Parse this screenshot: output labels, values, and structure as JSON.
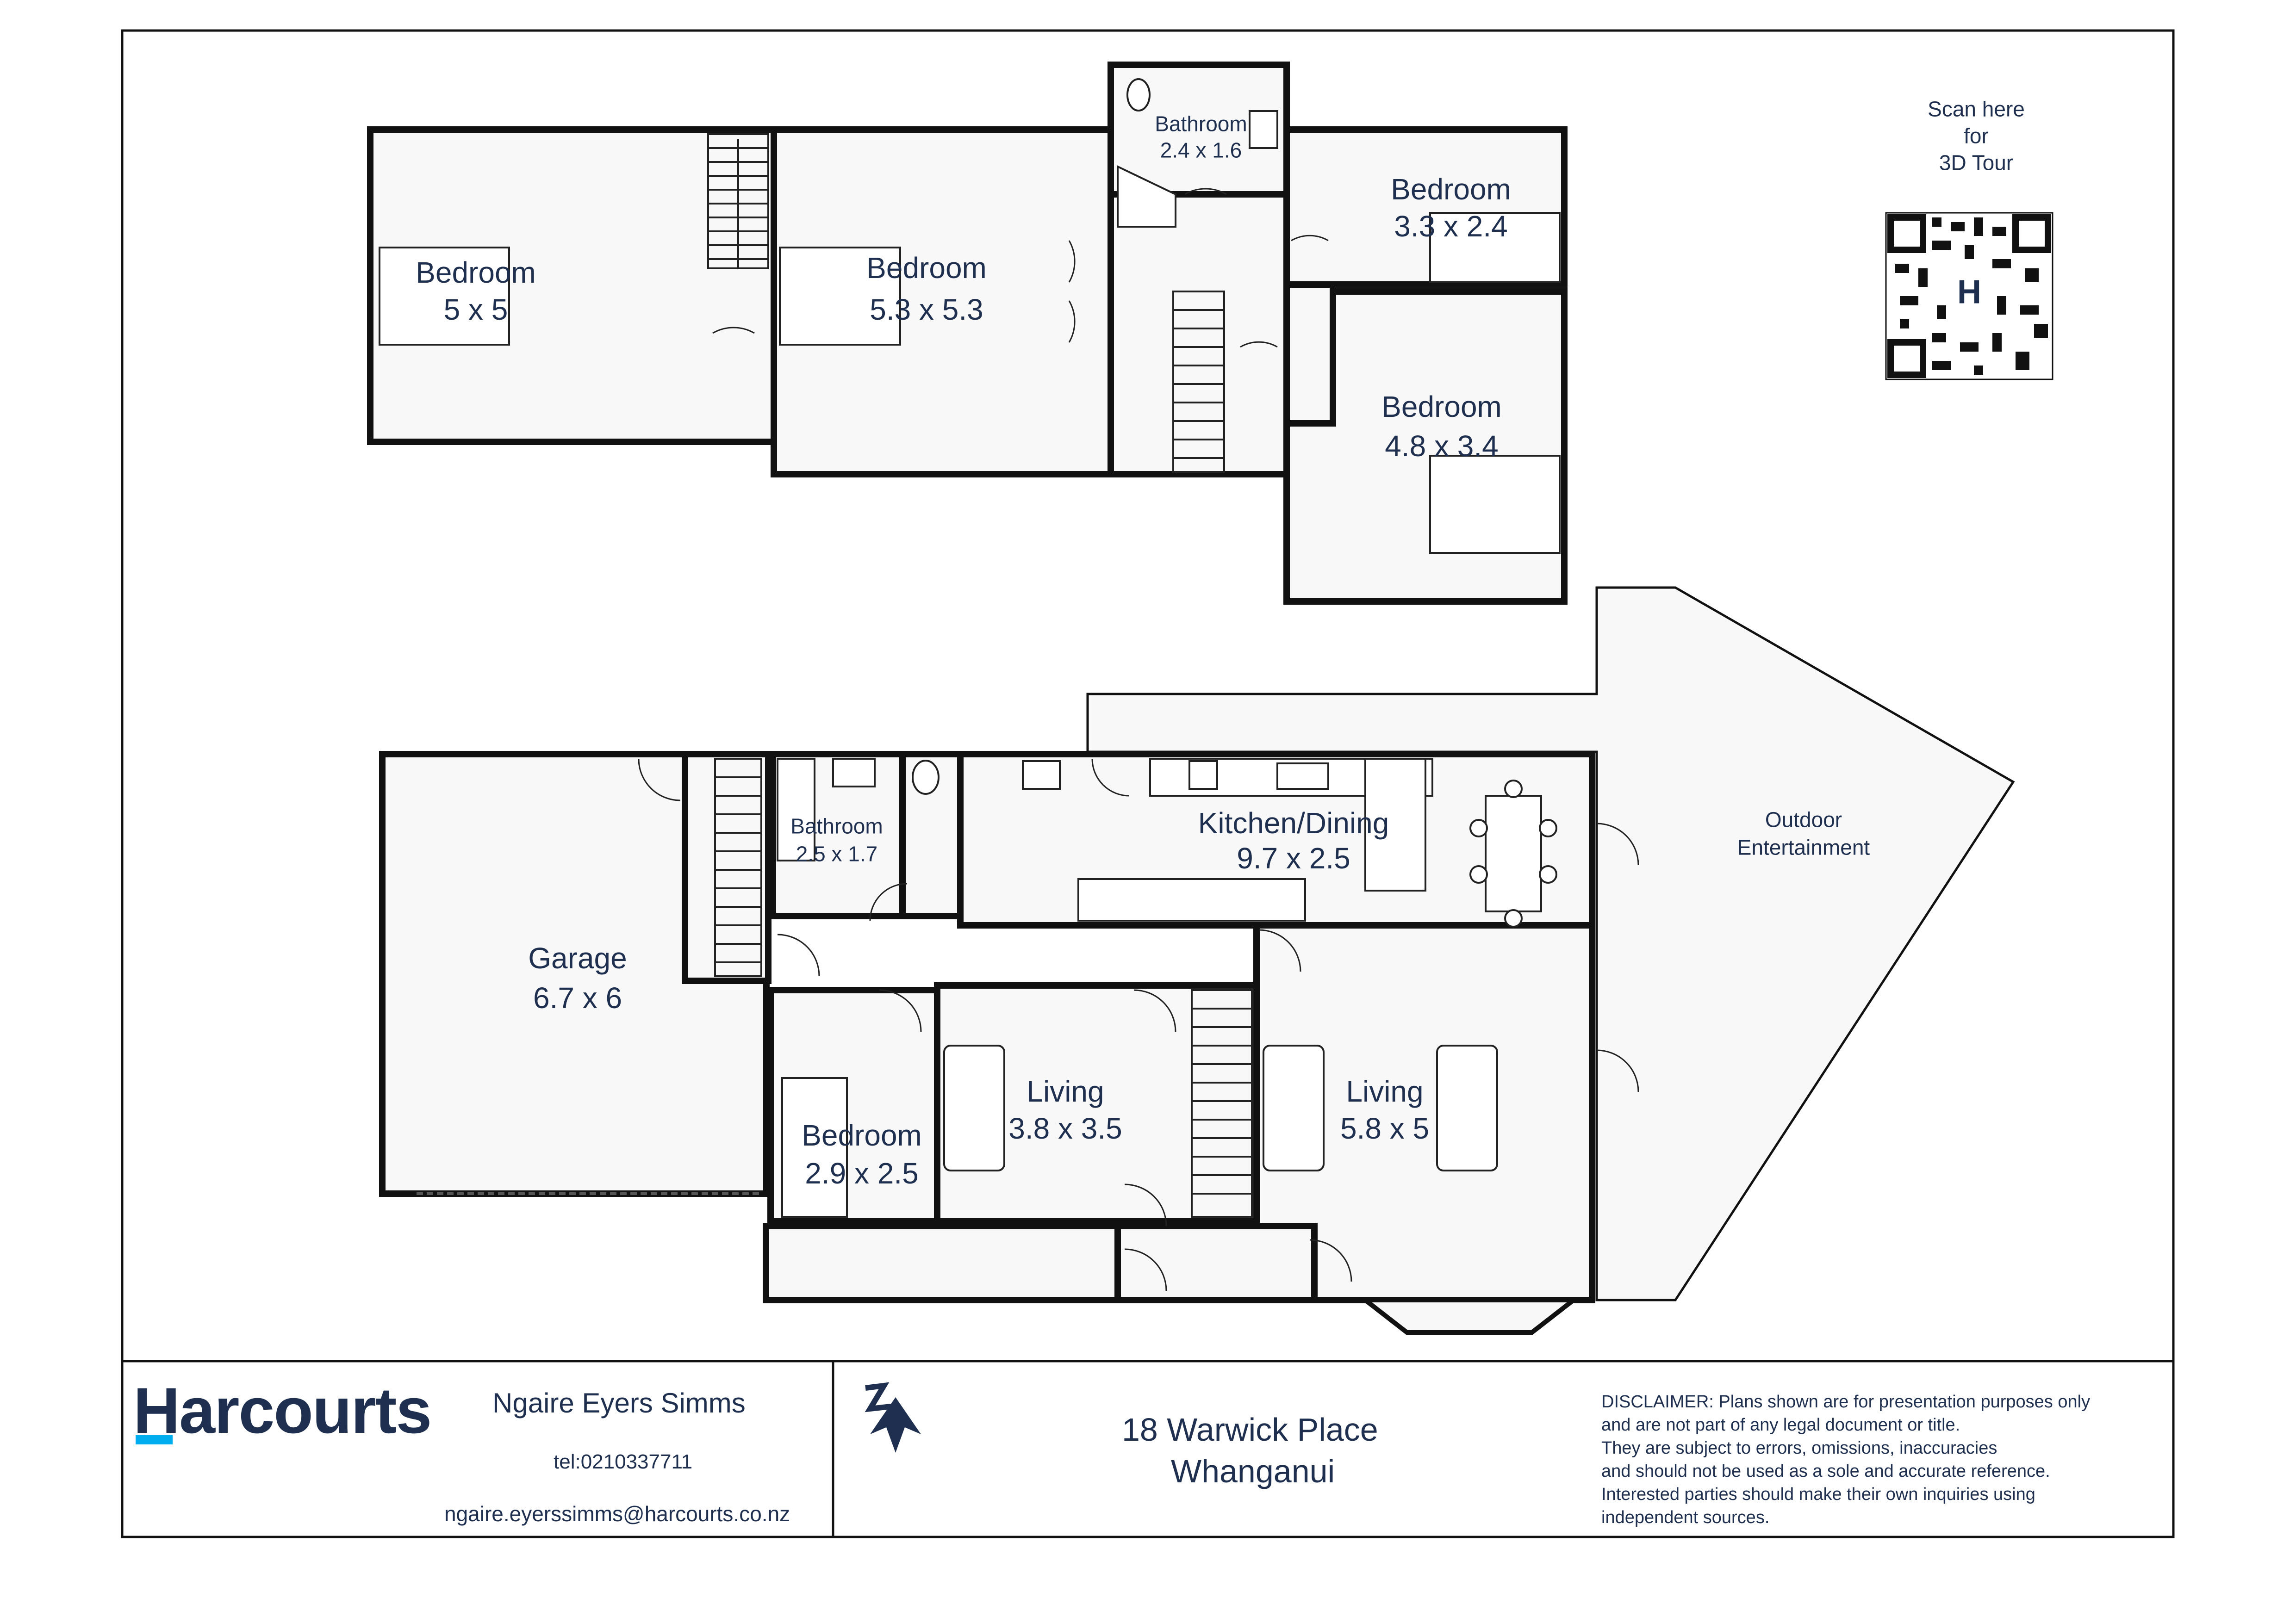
{
  "rooms": {
    "bed_up_1": {
      "name": "Bedroom",
      "dims": "5 x 5"
    },
    "bed_up_2": {
      "name": "Bedroom",
      "dims": "5.3 x 5.3"
    },
    "bath_up": {
      "name": "Bathroom",
      "dims": "2.4 x 1.6"
    },
    "bed_up_3": {
      "name": "Bedroom",
      "dims": "3.3 x 2.4"
    },
    "bed_up_4": {
      "name": "Bedroom",
      "dims": "4.8 x 3.4"
    },
    "garage": {
      "name": "Garage",
      "dims": "6.7 x 6"
    },
    "bath_down": {
      "name": "Bathroom",
      "dims": "2.5 x 1.7"
    },
    "kitchen": {
      "name": "Kitchen/Dining",
      "dims": "9.7 x 2.5"
    },
    "outdoor": {
      "name": "Outdoor",
      "name2": "Entertainment"
    },
    "bed_down": {
      "name": "Bedroom",
      "dims": "2.9 x 2.5"
    },
    "living_1": {
      "name": "Living",
      "dims": "3.8 x 3.5"
    },
    "living_2": {
      "name": "Living",
      "dims": "5.8 x 5"
    }
  },
  "qr": {
    "line1": "Scan here",
    "line2": "for",
    "line3": "3D Tour",
    "center_letter": "H"
  },
  "footer": {
    "brand": "Harcourts",
    "agent_name": "Ngaire Eyers Simms",
    "phone": "tel:0210337711",
    "email": "ngaire.eyerssimms@harcourts.co.nz",
    "address_line1": "18 Warwick Place",
    "address_line2": "Whanganui",
    "disclaimer": [
      "DISCLAIMER:  Plans shown are for presentation purposes only",
      "and are not part of any legal document or title.",
      "They are subject to errors, omissions, inaccuracies",
      "and should not be used as a sole and accurate reference.",
      "Interested parties should make their own inquiries using",
      "independent sources."
    ]
  },
  "colors": {
    "brand": "#1f2f4f",
    "accent": "#00aeef",
    "wall": "#111111",
    "floor": "#f8f8f8"
  },
  "icons": {
    "compass": "north-arrow-icon",
    "qr": "qr-code-icon"
  }
}
